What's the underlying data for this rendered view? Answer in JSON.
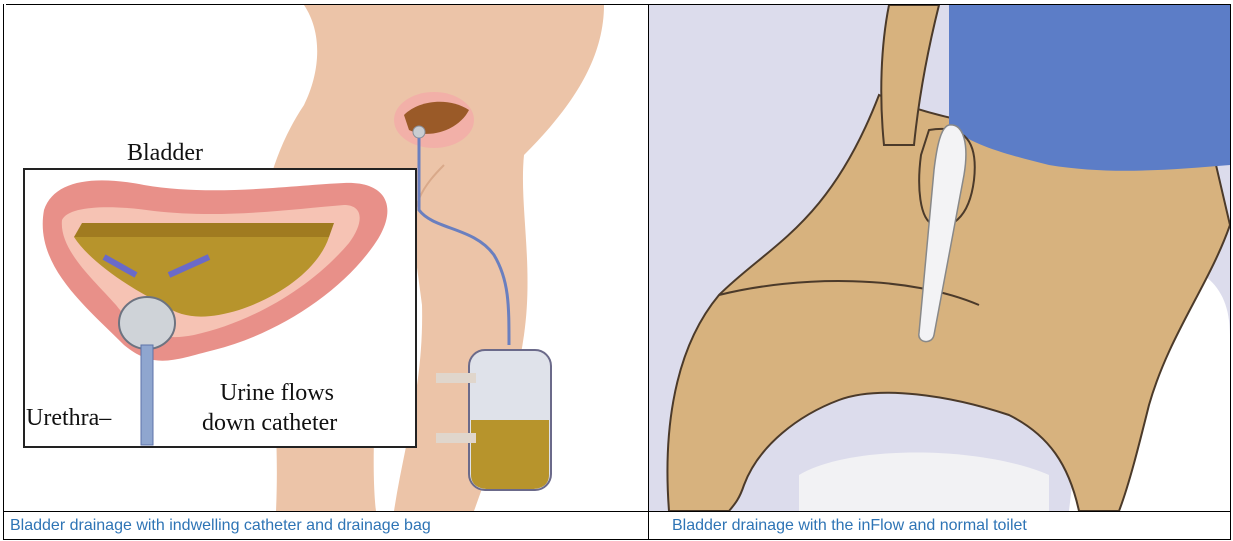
{
  "figure_left": {
    "labels": {
      "bladder": "Bladder",
      "urine_flows_line1": "Urine flows",
      "urine_flows_line2": "down catheter",
      "urethra": "Urethra–"
    },
    "caption": "Bladder drainage with indwelling catheter and drainage bag"
  },
  "figure_right": {
    "caption": "Bladder drainage with the inFlow and normal toilet"
  },
  "colors": {
    "caption": "#2e74b5",
    "skin_left": "#ecc4a8",
    "skin_right": "#d7b27e",
    "shirt": "#5c7dc7",
    "wall": "#dcdcec",
    "bladder_wall": "#e89089",
    "urine": "#b7942c"
  },
  "icons": {
    "left_illustration": "catheter-drainage-bag-illustration",
    "right_illustration": "inflow-toilet-illustration"
  }
}
